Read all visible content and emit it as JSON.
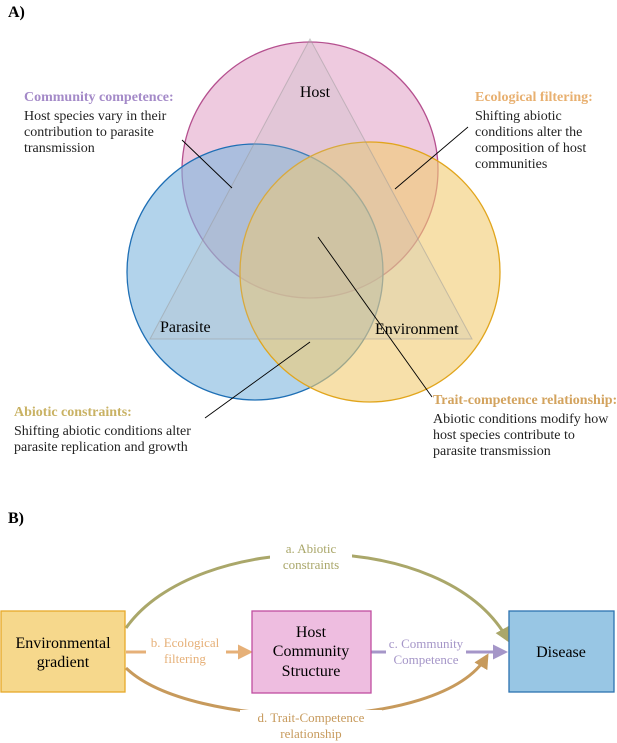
{
  "panel_a": {
    "label": "A)",
    "circles": {
      "host": {
        "label": "Host",
        "fill": "#e3a6c9",
        "stroke": "#b5508f"
      },
      "parasite": {
        "label": "Parasite",
        "fill": "#7fb5dd",
        "stroke": "#1e6fb5"
      },
      "environment": {
        "label": "Environment",
        "fill": "#f2cc72",
        "stroke": "#e1a51c"
      }
    },
    "annotations": {
      "community_competence": {
        "title": "Community competence:",
        "lines": [
          "Host species vary in their",
          "contribution to parasite",
          "transmission"
        ],
        "color": "#a48ac8"
      },
      "ecological_filtering": {
        "title": "Ecological filtering:",
        "lines": [
          "Shifting abiotic",
          "conditions alter the",
          "composition of host",
          "communities"
        ],
        "color": "#e8b070"
      },
      "abiotic_constraints": {
        "title": "Abiotic constraints:",
        "lines": [
          "Shifting abiotic conditions alter",
          "parasite replication and growth"
        ],
        "color": "#c9b264"
      },
      "trait_competence": {
        "title": "Trait-competence relationship:",
        "lines": [
          "Abiotic conditions modify how",
          "host species contribute to",
          "parasite transmission"
        ],
        "color": "#d3a35e"
      }
    }
  },
  "panel_b": {
    "label": "B)",
    "boxes": {
      "environmental_gradient": {
        "lines": [
          "Environmental",
          "gradient"
        ],
        "fill": "#f6d88c",
        "stroke": "#e6a92a"
      },
      "host_community": {
        "lines": [
          "Host",
          "Community",
          "Structure"
        ],
        "fill": "#eebde0",
        "stroke": "#c04ea0"
      },
      "disease": {
        "lines": [
          "Disease"
        ],
        "fill": "#98c6e4",
        "stroke": "#2c72b0"
      }
    },
    "arrows": {
      "abiotic": {
        "lines": [
          "a. Abiotic",
          "constraints"
        ],
        "color": "#aaa76a"
      },
      "ecological": {
        "lines": [
          "b. Ecological",
          "filtering"
        ],
        "color": "#e6b078"
      },
      "community": {
        "lines": [
          "c. Community",
          "Competence"
        ],
        "color": "#a596c8"
      },
      "trait": {
        "lines": [
          "d. Trait-Competence",
          "relationship"
        ],
        "color": "#c79a5c"
      }
    }
  }
}
